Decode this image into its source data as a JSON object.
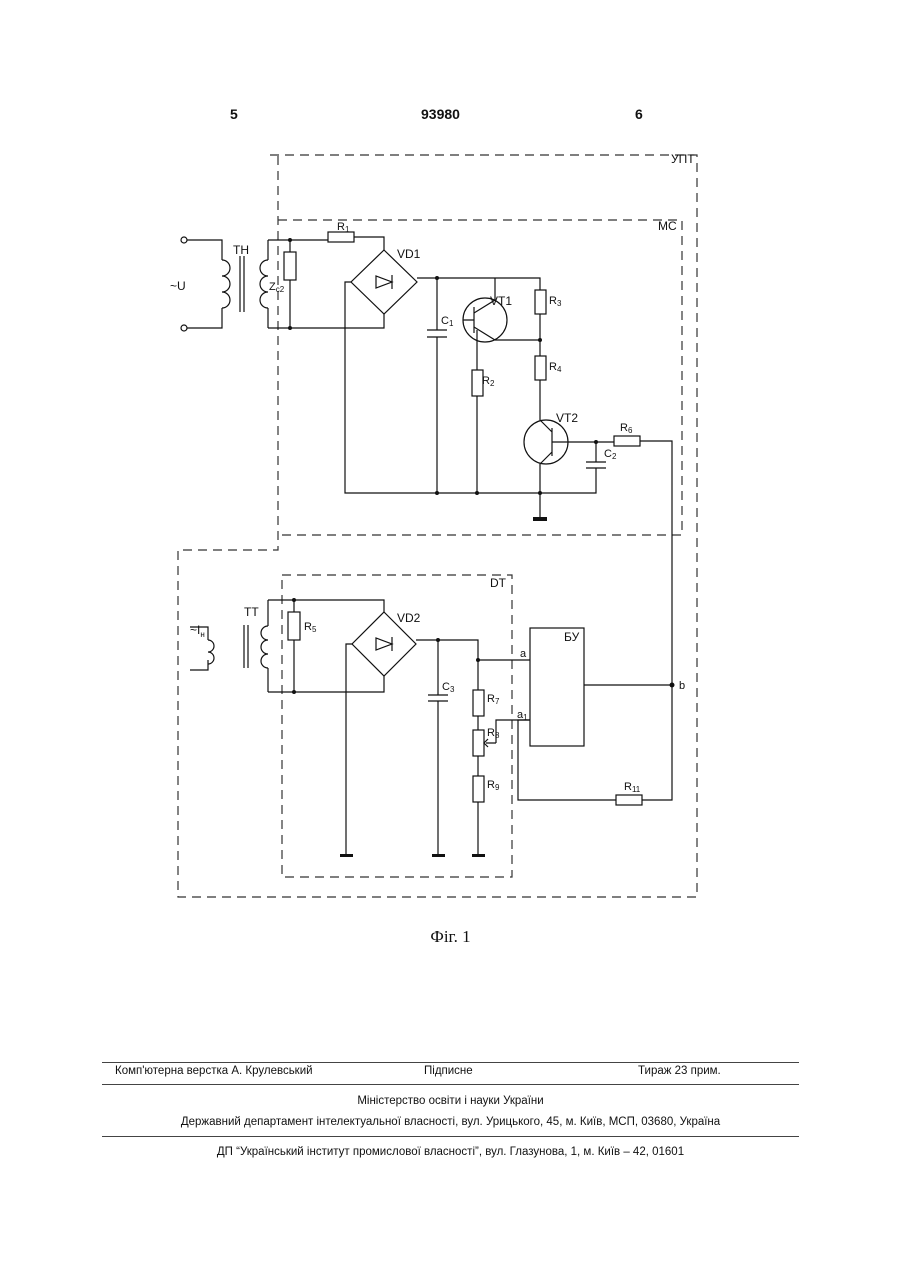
{
  "header": {
    "page_left": "5",
    "patent_number": "93980",
    "page_right": "6"
  },
  "figure": {
    "caption": "Фіг. 1",
    "labels": {
      "upt": "УПТ",
      "ms": "МС",
      "dt": "DT",
      "bu": "БУ",
      "tn": "TH",
      "tt": "TT",
      "u": "~U",
      "ih": "~I",
      "ih_sub": "н",
      "vd1": "VD1",
      "vd2": "VD2",
      "vt1": "VT1",
      "vt2": "VT2",
      "zc": "Z",
      "zc_sub": "c2",
      "r1": "R",
      "r1_sub": "1",
      "r2": "R",
      "r2_sub": "2",
      "r3": "R",
      "r3_sub": "3",
      "r4": "R",
      "r4_sub": "4",
      "r5": "R",
      "r5_sub": "5",
      "r6": "R",
      "r6_sub": "6",
      "r7": "R",
      "r7_sub": "7",
      "r8": "R",
      "r8_sub": "8",
      "r9": "R",
      "r9_sub": "9",
      "r11": "R",
      "r11_sub": "11",
      "c1": "C",
      "c1_sub": "1",
      "c2": "C",
      "c2_sub": "2",
      "c3": "C",
      "c3_sub": "3",
      "a": "a",
      "a1": "a",
      "a1_sub": "1",
      "b": "b"
    }
  },
  "footer": {
    "layout": "Комп'ютерна верстка А. Крулевський",
    "signed": "Підписне",
    "circulation": "Тираж 23 прим.",
    "ministry": "Міністерство освіти і науки України",
    "department": "Державний департамент інтелектуальної власності, вул. Урицького, 45, м. Київ, МСП, 03680, Україна",
    "institute": "ДП “Український інститут промислової власності”, вул. Глазунова, 1, м. Київ – 42, 01601"
  }
}
